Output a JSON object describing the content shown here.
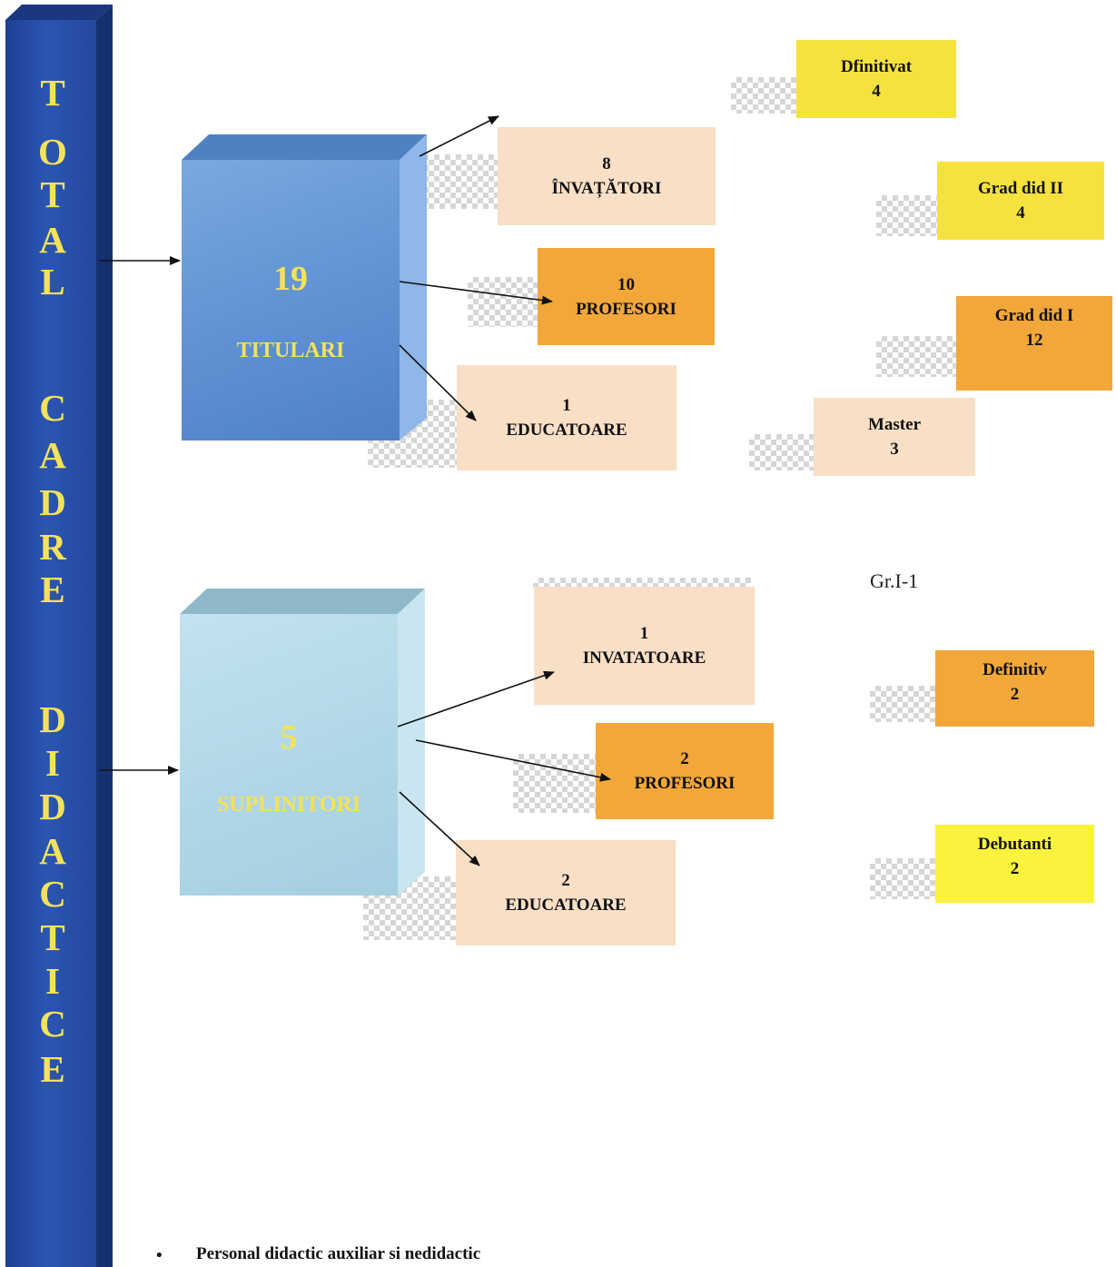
{
  "banner": {
    "letters": [
      "T",
      "O",
      "T",
      "A",
      "L",
      "C",
      "A",
      "D",
      "R",
      "E",
      "D",
      "I",
      "D",
      "A",
      "C",
      "T",
      "I",
      "C",
      "E"
    ]
  },
  "titulari": {
    "number": "19",
    "label": "TITULARI"
  },
  "suplinitori": {
    "number": "5",
    "label": "SUPLINITORI"
  },
  "titulari_groups": [
    {
      "count": "8",
      "label": "ÎNVAȚĂTORI"
    },
    {
      "count": "10",
      "label": "PROFESORI"
    },
    {
      "count": "1",
      "label": "EDUCATOARE"
    }
  ],
  "suplinitori_groups": [
    {
      "count": "1",
      "label": "INVATATOARE"
    },
    {
      "count": "2",
      "label": "PROFESORI"
    },
    {
      "count": "2",
      "label": "EDUCATOARE"
    }
  ],
  "grades": [
    {
      "label": "Dfinitivat",
      "count": "4"
    },
    {
      "label": "Grad did II",
      "count": "4"
    },
    {
      "label": "Grad did I",
      "count": "12"
    },
    {
      "label": "Master",
      "count": "3"
    }
  ],
  "note": "Gr.I-1",
  "supl_grades": [
    {
      "label": "Definitiv",
      "count": "2"
    },
    {
      "label": "Debutanti",
      "count": "2"
    }
  ],
  "footer": "Personal didactic auxiliar si nedidactic",
  "colors": {
    "banner": "#2b55b2",
    "banner_text": "#f3e25a",
    "titulari_box": "#6fa0dd",
    "suplinitori_box": "#b8dcea",
    "peach": "#f9dfc6",
    "orange": "#f2a73a",
    "yellow": "#f5e23e"
  }
}
